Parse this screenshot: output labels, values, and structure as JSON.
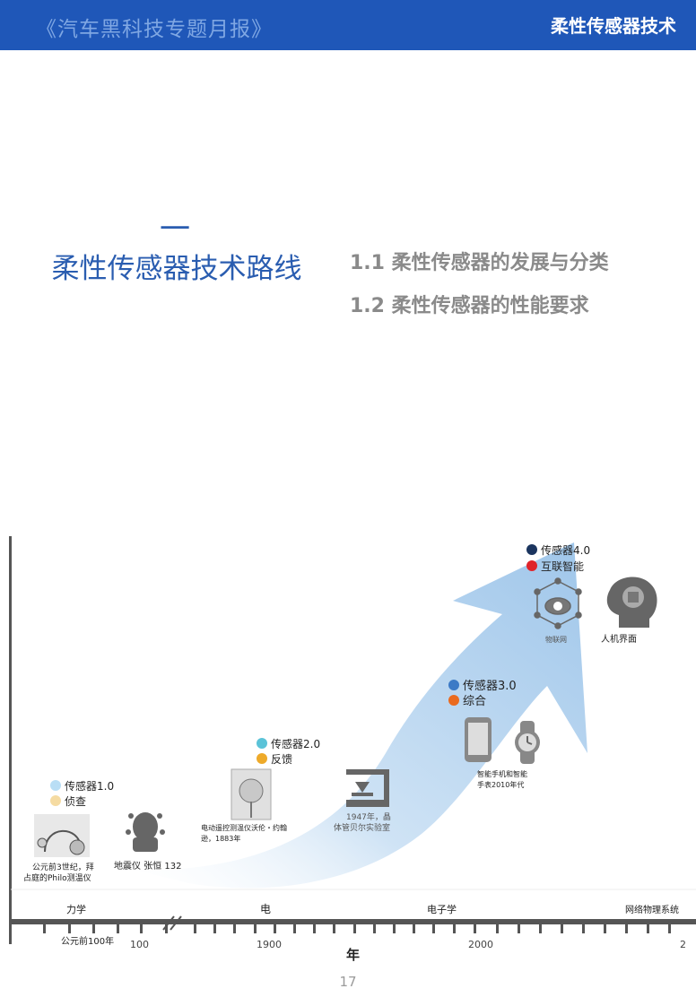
{
  "header": {
    "left_title": "《汽车黑科技专题月报》",
    "right_title": "柔性传感器技术"
  },
  "section": {
    "number": "一",
    "title": "柔性传感器技术路线"
  },
  "toc": [
    {
      "num": "1.1",
      "label": "柔性传感器的发展与分类"
    },
    {
      "num": "1.2",
      "label": "柔性传感器的性能要求"
    }
  ],
  "figure": {
    "stages": [
      {
        "version": "传感器1.0",
        "mode": "侦查",
        "version_color": "#b9def5",
        "mode_color": "#f5dba2"
      },
      {
        "version": "传感器2.0",
        "mode": "反馈",
        "version_color": "#5bc3d8",
        "mode_color": "#eeaa2a"
      },
      {
        "version": "传感器3.0",
        "mode": "综合",
        "version_color": "#3c7ac6",
        "mode_color": "#ea6a1e"
      },
      {
        "version": "传感器4.0",
        "mode": "互联智能",
        "version_color": "#1b355f",
        "mode_color": "#e0242a"
      }
    ],
    "captions": {
      "philo_line1": "公元前3世纪，拜",
      "philo_line2": "占庭的Philo测温仪",
      "seismo": "地震仪 张恒 132",
      "thermo_line1": "电动遥控测温仪沃伦・约翰",
      "thermo_line2": "逊，1883年",
      "bell_line1": "1947年，晶",
      "bell_line2": "体管贝尔实验室",
      "phone_line1": "智能手机和智能",
      "phone_line2": "手表2010年代",
      "iot": "物联网",
      "hmi": "人机界面"
    },
    "eras": [
      "力学",
      "电",
      "电子学",
      "网络物理系统"
    ],
    "ticks": [
      "公元前100年",
      "100",
      "1900",
      "2000",
      "2"
    ],
    "axis_label": "年"
  },
  "page_number": "17"
}
